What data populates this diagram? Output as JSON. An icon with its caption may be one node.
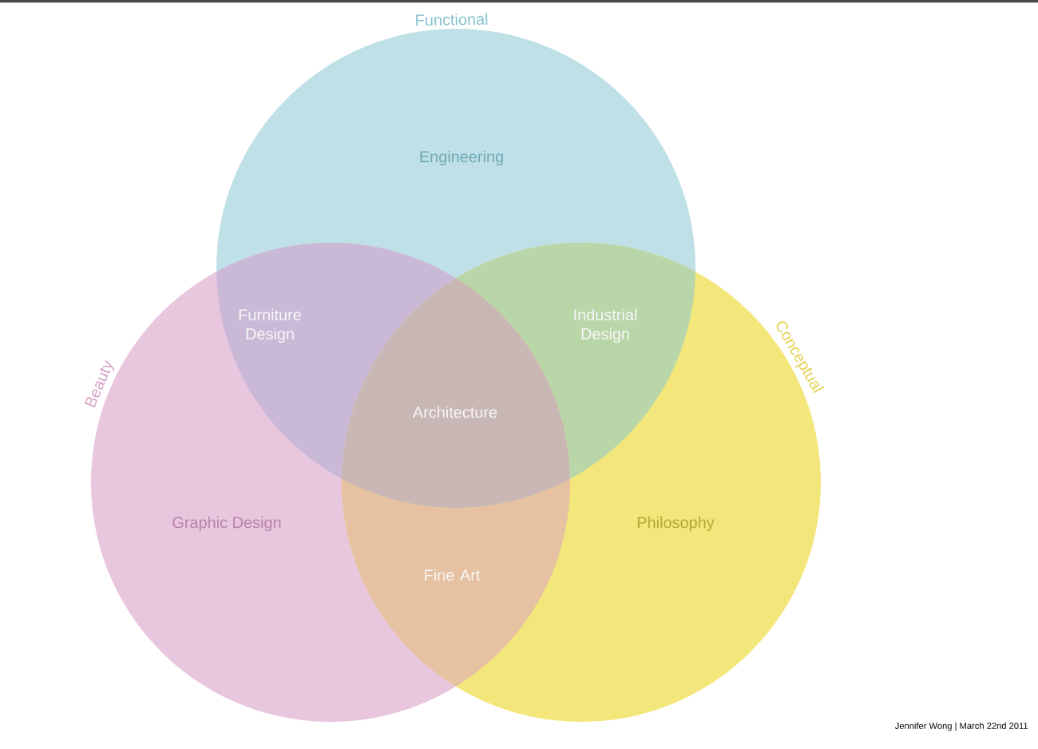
{
  "diagram": {
    "nodes": [
      {
        "text": [
          "Functional",
          "Engineering"
        ]
      },
      {
        "text": [
          "Beauty",
          "Graphic Design"
        ]
      },
      {
        "text": [
          "Conceptual",
          "Philosophy"
        ]
      }
    ],
    "labels": [
      "Furniture Design",
      "Industrial Design",
      "Architecture",
      "Fine Art",
      "Jennifer Wong | March 22nd 2011"
    ]
  }
}
